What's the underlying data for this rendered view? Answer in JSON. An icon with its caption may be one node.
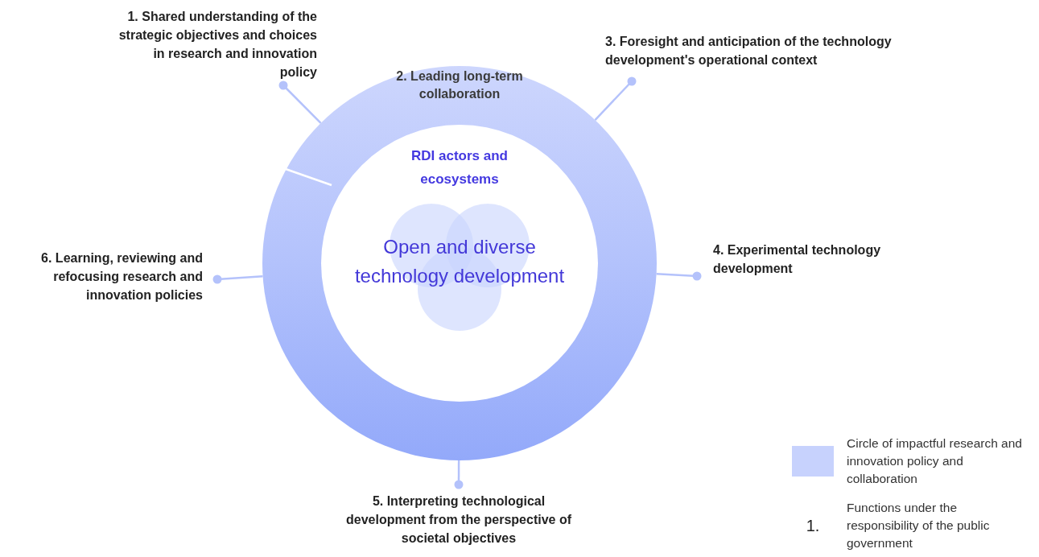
{
  "diagram": {
    "nodes": [
      {
        "text": [
          "2. Leading long-term collaboration"
        ]
      },
      {
        "text": [
          "RDI actors and ecosystems"
        ],
        "in": 0
      },
      {
        "text": [
          "Open and diverse technology development"
        ],
        "in": 1
      },
      {
        "text": [
          "1. Shared understanding of the strategic objectives and choices in research and innovation policy"
        ]
      },
      {
        "text": [
          "3. Foresight and anticipation of the technology development's operational context"
        ]
      },
      {
        "text": [
          "4. Experimental technology development"
        ]
      },
      {
        "text": [
          "5. Interpreting technological development from the perspective of societal objectives"
        ]
      },
      {
        "text": [
          "6. Learning, reviewing and refocusing research and innovation policies"
        ]
      }
    ],
    "edges": [
      {
        "from": 3,
        "to": 0,
        "arrow": "other"
      },
      {
        "from": 4,
        "to": 0,
        "arrow": "other"
      },
      {
        "from": 5,
        "to": 0,
        "arrow": "other"
      },
      {
        "from": 6,
        "to": 0,
        "arrow": "other"
      },
      {
        "from": 7,
        "to": 0,
        "arrow": "other"
      }
    ],
    "labels": [
      "1."
    ],
    "legend": [
      {
        "text": "Circle of impactful research and innovation policy and collaboration",
        "color": "#c7d2fd"
      },
      {
        "text": "Functions under the responsibility of the public government"
      }
    ]
  }
}
